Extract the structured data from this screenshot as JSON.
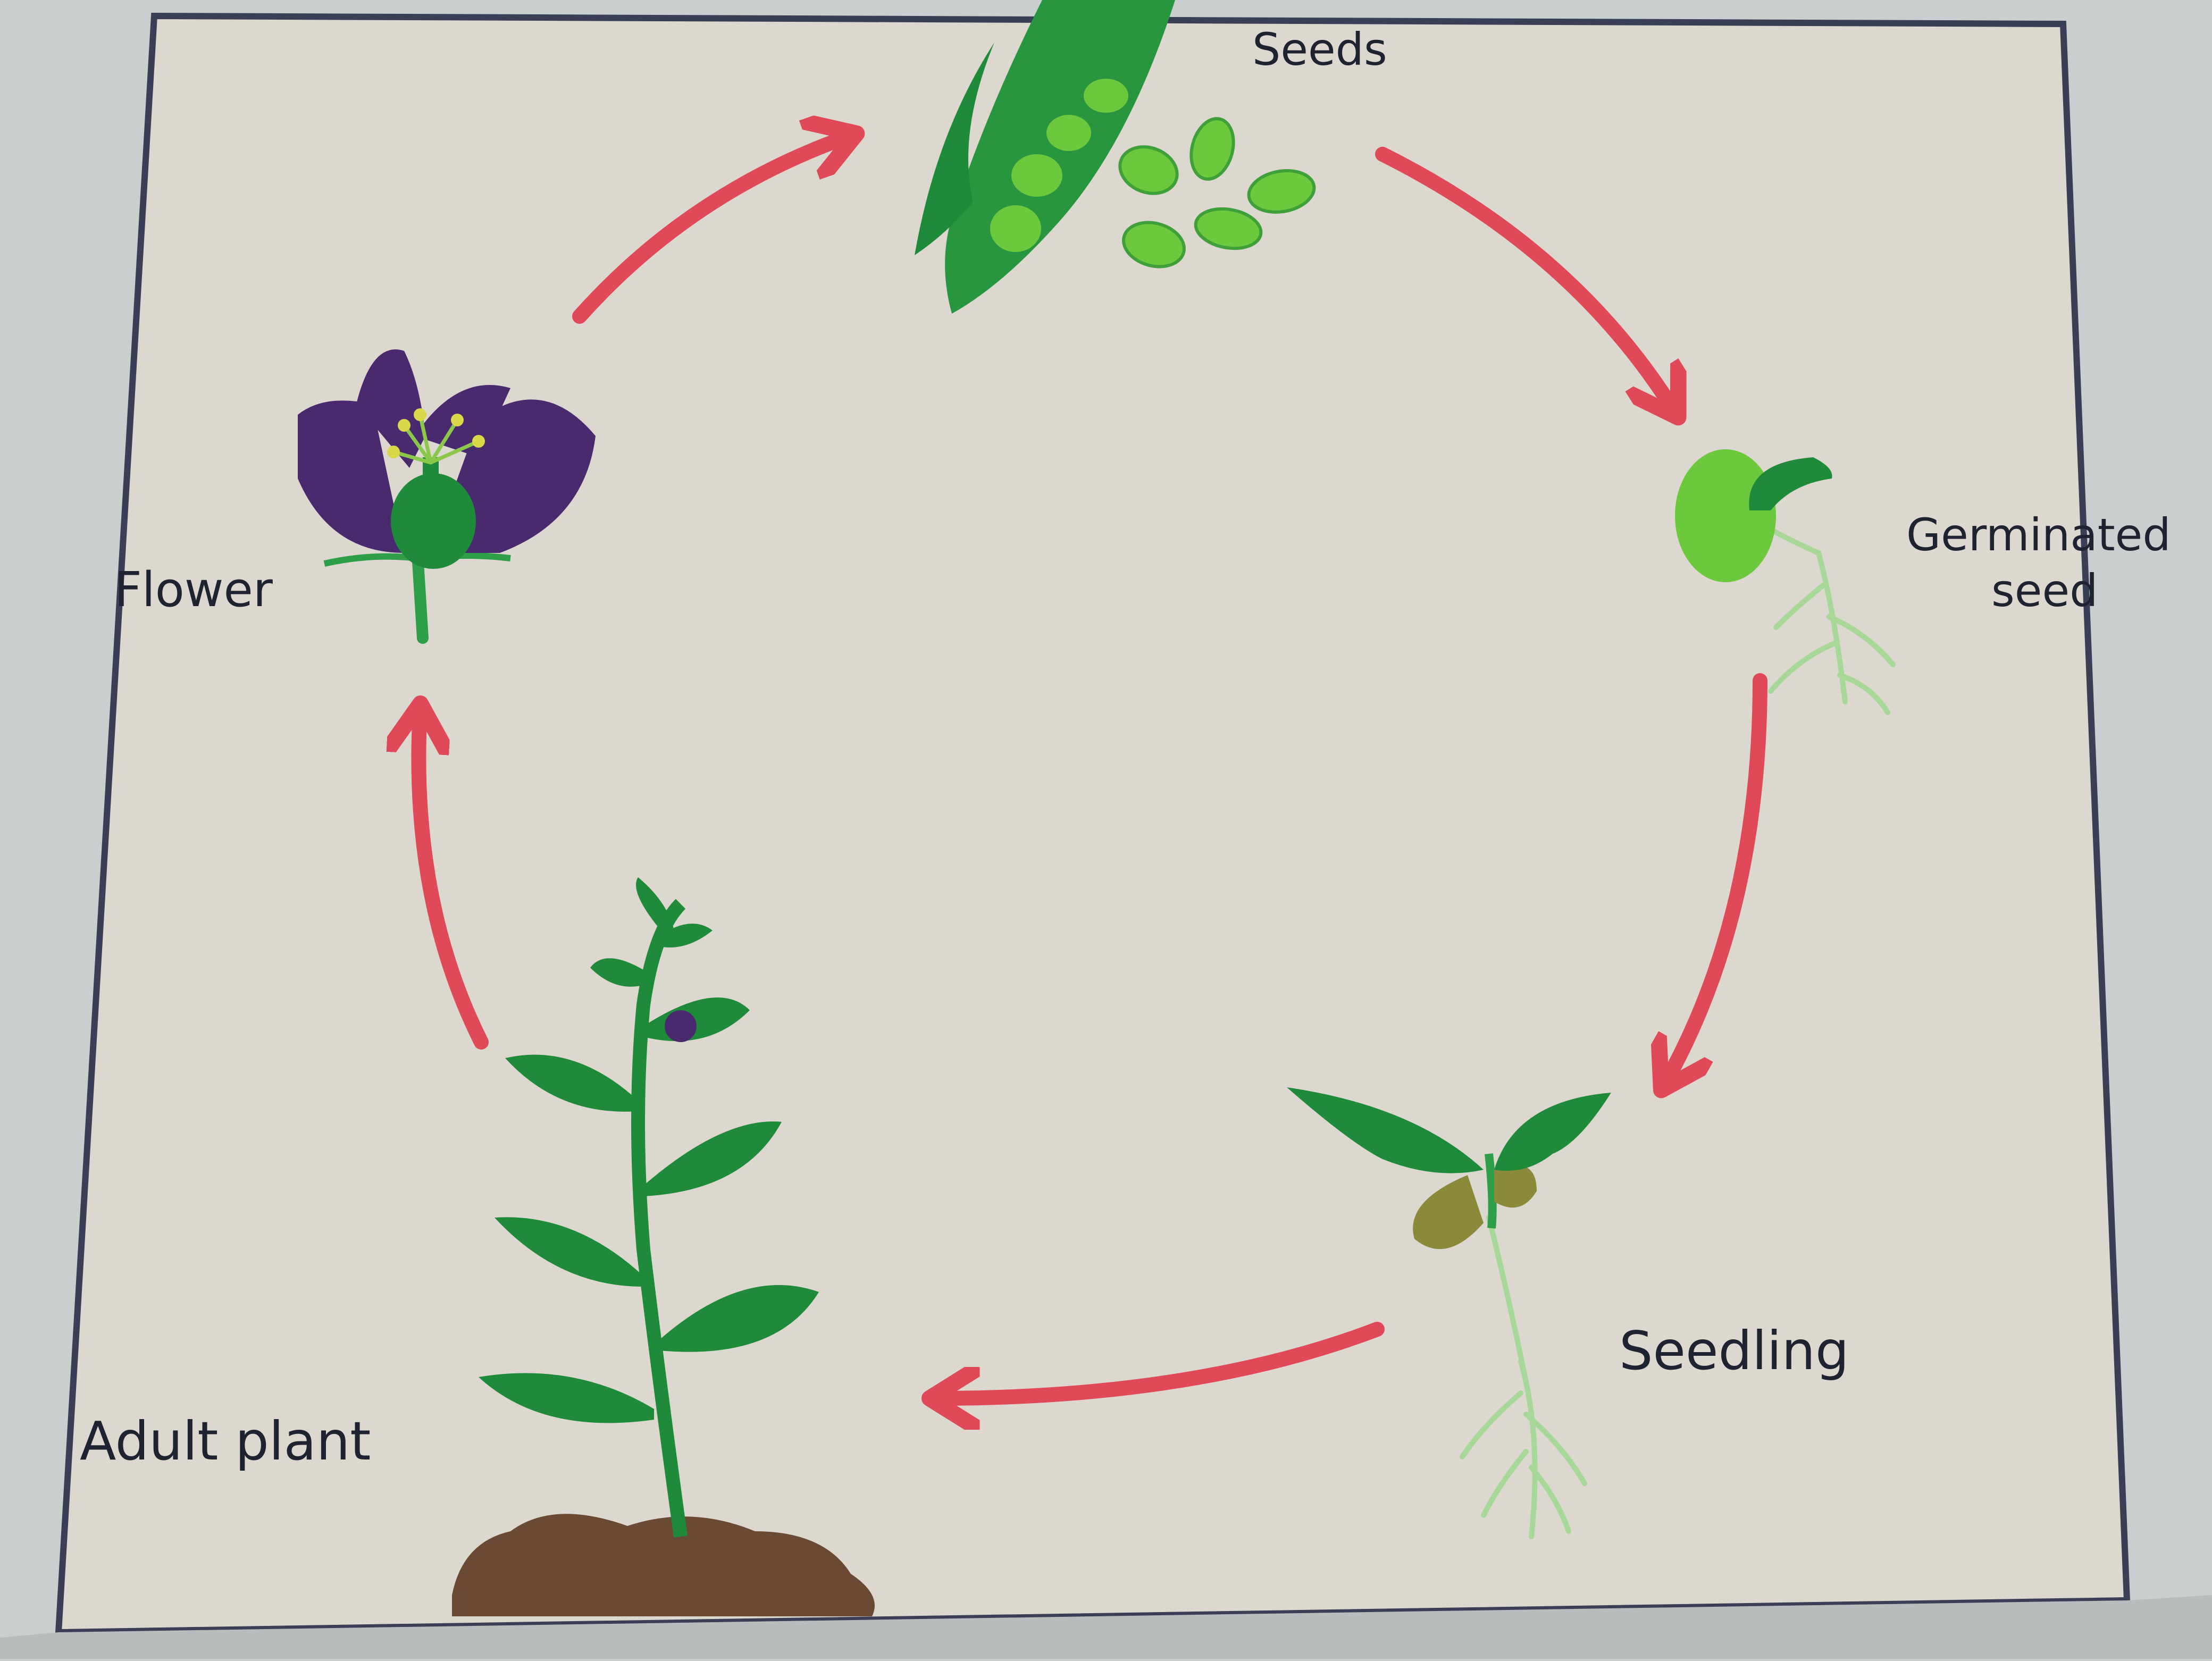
{
  "diagram": {
    "stages": {
      "seeds": "Seeds",
      "germinated_line1": "Germinated",
      "germinated_line2": "seed",
      "seedling": "Seedling",
      "adult_plant": "Adult plant",
      "flower": "Flower"
    }
  },
  "colors": {
    "page_paper": "#dcd8cf",
    "page_border": "#3a3f55",
    "arrow": "#e04a58",
    "leaf_dark": "#1f8a3a",
    "leaf_mid": "#2e9e48",
    "seed_light": "#6cc83c",
    "petal": "#4a2a6e",
    "root": "#9fd08a",
    "soil": "#6b4a35",
    "cotyledon": "#8a8a3a"
  }
}
